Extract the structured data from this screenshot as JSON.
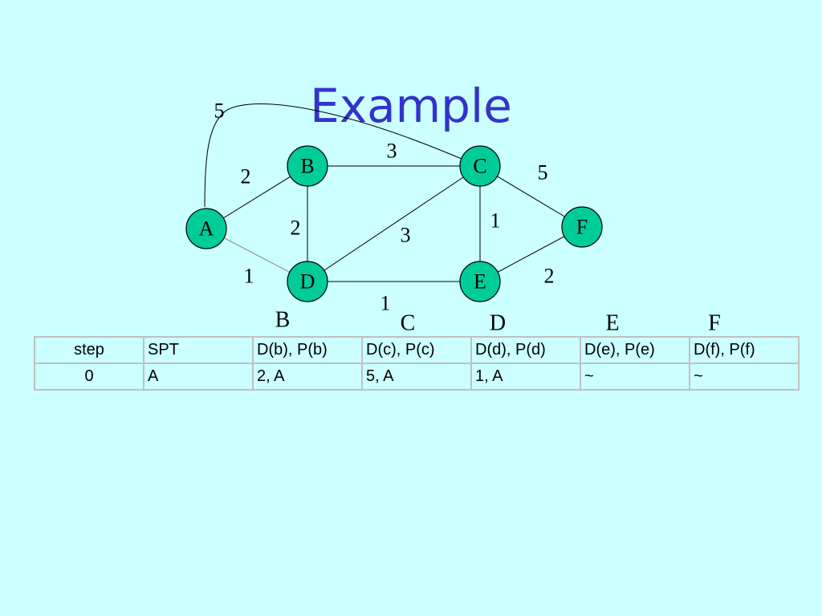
{
  "title": "Example",
  "graph": {
    "nodes": [
      {
        "id": "A",
        "label": "A"
      },
      {
        "id": "B",
        "label": "B"
      },
      {
        "id": "C",
        "label": "C"
      },
      {
        "id": "D",
        "label": "D"
      },
      {
        "id": "E",
        "label": "E"
      },
      {
        "id": "F",
        "label": "F"
      }
    ],
    "edges": [
      {
        "from": "A",
        "to": "B",
        "weight": "2"
      },
      {
        "from": "A",
        "to": "D",
        "weight": "1"
      },
      {
        "from": "A",
        "to": "C",
        "weight": "5"
      },
      {
        "from": "B",
        "to": "C",
        "weight": "3"
      },
      {
        "from": "B",
        "to": "D",
        "weight": "2"
      },
      {
        "from": "C",
        "to": "D",
        "weight": "3"
      },
      {
        "from": "C",
        "to": "E",
        "weight": "1"
      },
      {
        "from": "C",
        "to": "F",
        "weight": "5"
      },
      {
        "from": "D",
        "to": "E",
        "weight": "1"
      },
      {
        "from": "E",
        "to": "F",
        "weight": "2"
      }
    ]
  },
  "column_letters": [
    "B",
    "C",
    "D",
    "E",
    "F"
  ],
  "table": {
    "headers": [
      "step",
      "SPT",
      "D(b), P(b)",
      "D(c), P(c)",
      "D(d), P(d)",
      "D(e), P(e)",
      "D(f), P(f)"
    ],
    "rows": [
      [
        "0",
        "A",
        "2, A",
        "5, A",
        "1, A",
        "~",
        "~"
      ]
    ]
  }
}
